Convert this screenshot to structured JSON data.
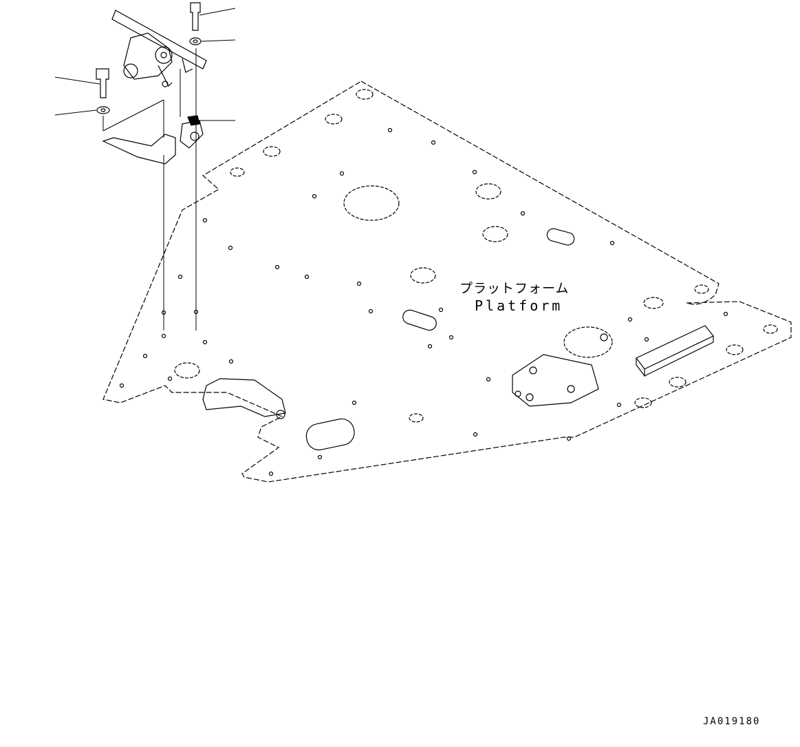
{
  "platform": {
    "label_jp": "プラットフォーム",
    "label_en": "Platform"
  },
  "drawing_code": "JA019180",
  "colors": {
    "line": "#000000",
    "background": "#ffffff"
  }
}
